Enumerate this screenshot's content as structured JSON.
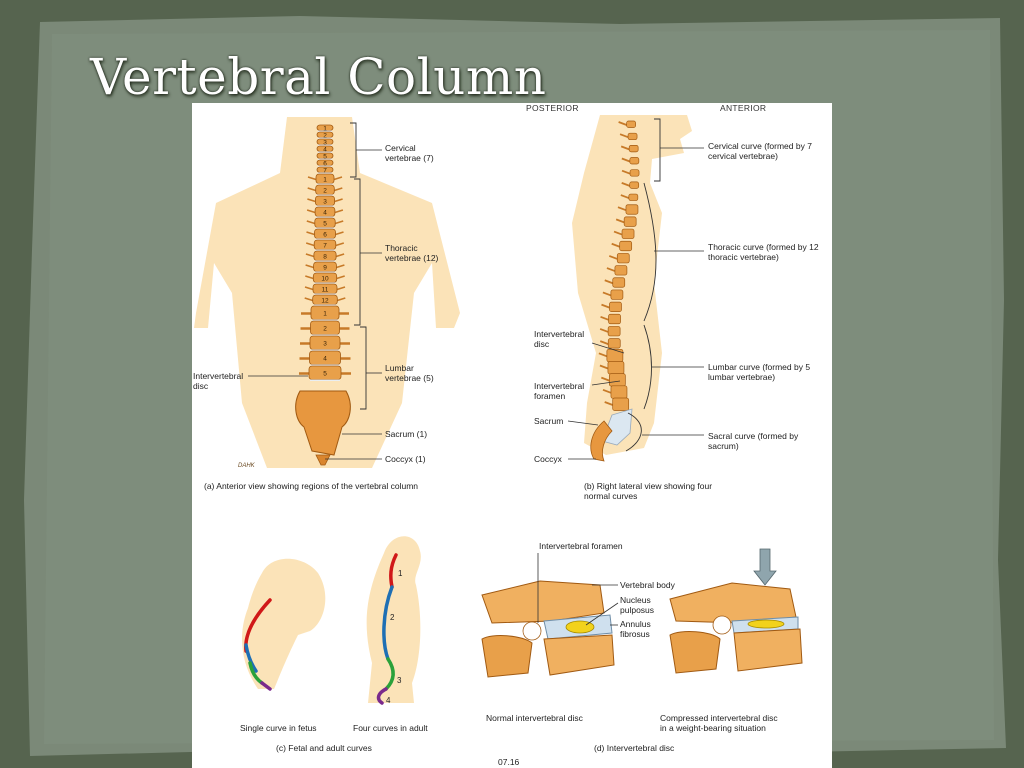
{
  "slide": {
    "title": "Vertebral Column",
    "colors": {
      "frame": "#56644f",
      "paper": "#7c8a7a",
      "bone": "#e8a04a",
      "skin": "#fbe3b8"
    }
  },
  "figure": {
    "header_posterior": "POSTERIOR",
    "header_anterior": "ANTERIOR",
    "panel_a": {
      "labels": {
        "cervical": "Cervical\nvertebrae (7)",
        "thoracic": "Thoracic\nvertebrae (12)",
        "lumbar": "Lumbar\nvertebrae (5)",
        "disc": "Intervertebral\ndisc",
        "sacrum": "Sacrum (1)",
        "coccyx": "Coccyx (1)"
      },
      "signature": "DAHK",
      "caption": "(a) Anterior view showing regions of the vertebral column"
    },
    "panel_b": {
      "labels": {
        "cervical_curve": "Cervical curve (formed by 7\ncervical vertebrae)",
        "thoracic_curve": "Thoracic curve (formed by 12\nthoracic vertebrae)",
        "lumbar_curve": "Lumbar curve (formed by 5\nlumbar vertebrae)",
        "sacral_curve": "Sacral curve (formed by\nsacrum)",
        "disc": "Intervertebral\ndisc",
        "foramen": "Intervertebral\nforamen",
        "sacrum": "Sacrum",
        "coccyx": "Coccyx"
      },
      "caption": "(b) Right lateral view showing four\nnormal curves"
    },
    "panel_c": {
      "fetus_label": "Single curve in fetus",
      "adult_label": "Four curves in adult",
      "curve_numbers": [
        "1",
        "2",
        "3",
        "4"
      ],
      "caption": "(c) Fetal and adult curves"
    },
    "panel_d": {
      "labels": {
        "foramen": "Intervertebral foramen",
        "body": "Vertebral body",
        "nucleus": "Nucleus\npulposus",
        "annulus": "Annulus\nfibrosus",
        "normal": "Normal intervertebral disc",
        "compressed": "Compressed intervertebral disc\nin a weight-bearing situation"
      },
      "caption": "(d) Intervertebral disc"
    },
    "figure_number": "07.16"
  }
}
